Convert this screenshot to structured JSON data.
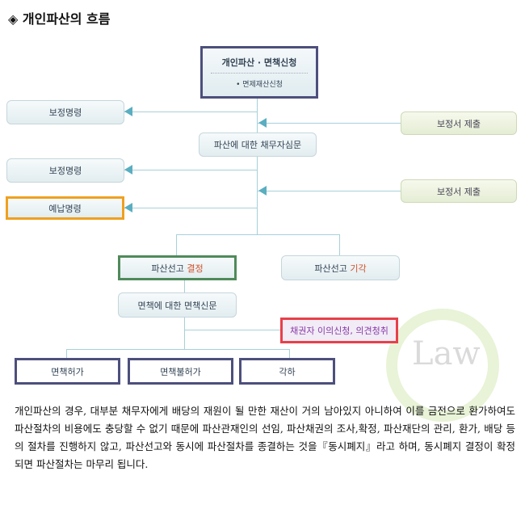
{
  "title": "◈ 개인파산의 흐름",
  "nodes": {
    "apply": "개인파산 · 면책신청",
    "apply_sub": "• 면제재산신청",
    "correction1": "보정명령",
    "correction2": "보정명령",
    "deposit": "예납명령",
    "submit1": "보정서 제출",
    "submit2": "보정서 제출",
    "hearing": "파산에 대한 채무자심문",
    "declare_prefix": "파산선고",
    "declare_hl": "결정",
    "dismiss_prefix": "파산선고",
    "dismiss_hl": "기각",
    "discharge_hearing": "면책에 대한 면책신문",
    "objection": "채권자 이의신청, 의견청취",
    "grant": "면책허가",
    "deny": "면책불허가",
    "reject": "각하"
  },
  "watermark": "Law",
  "description": "개인파산의 경우, 대부분 채무자에게 배당의 재원이 될 만한 재산이 거의 남아있지 아니하여 이를 금전으로 환가하여도 파산절차의 비용에도 충당할 수 없기 때문에 파산관재인의 선임, 파산채권의 조사,확정, 파산재단의 관리, 환가, 배당 등의 절차를 진행하지 않고, 파산선고와 동시에 파산절차를 종결하는 것을『동시폐지』라고 하며, 동시폐지 결정이 확정되면 파산절차는 마무리 됩니다."
}
